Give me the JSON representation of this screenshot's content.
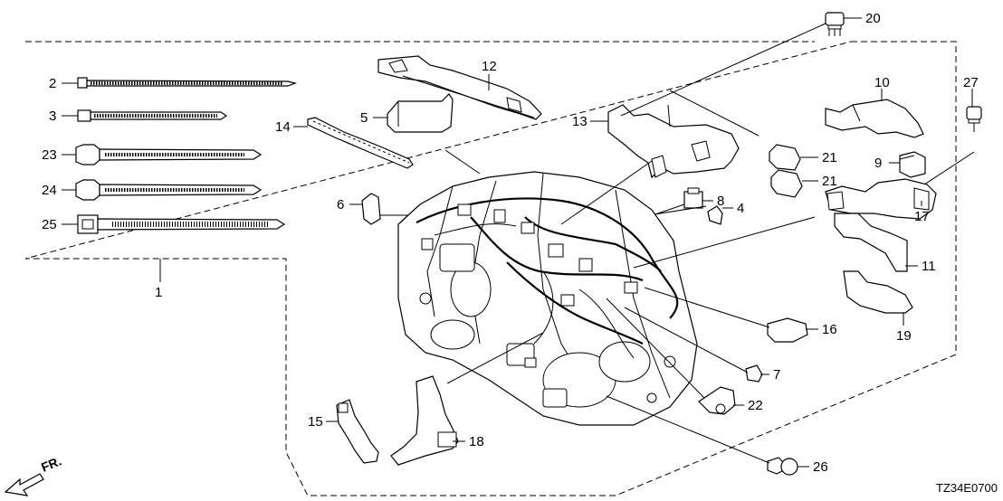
{
  "diagram": {
    "reference_code": "TZ34E0700",
    "direction_label": "FR.",
    "callouts": [
      "1",
      "2",
      "3",
      "4",
      "5",
      "6",
      "7",
      "8",
      "9",
      "10",
      "11",
      "12",
      "13",
      "14",
      "15",
      "16",
      "17",
      "18",
      "19",
      "20",
      "21",
      "21",
      "22",
      "23",
      "24",
      "25",
      "26",
      "27"
    ]
  }
}
